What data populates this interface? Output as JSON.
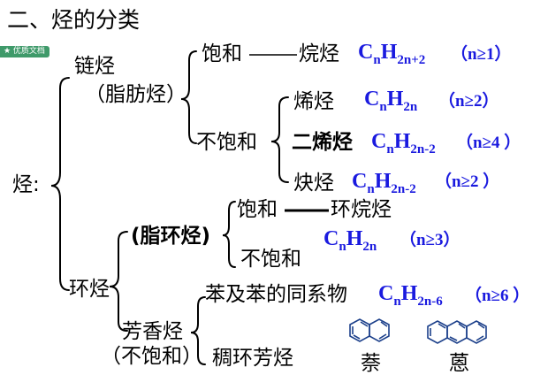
{
  "title": "二、烃的分类",
  "badge": "★ 优质文档",
  "root": "烃:",
  "chain": {
    "label": "链烃",
    "alias": "（脂肪烃）"
  },
  "sat_chain": {
    "label": "饱和",
    "class": "烷烃",
    "formula": {
      "c": "C",
      "n": "n",
      "h": "H",
      "sub": "2n+2"
    },
    "cond": "（n≥1）"
  },
  "unsat_chain": {
    "label": "不饱和",
    "items": [
      {
        "class": "烯烃",
        "formula": {
          "c": "C",
          "n": "n",
          "h": "H",
          "sub": "2n"
        },
        "cond": "（n≥2）"
      },
      {
        "class": "二烯烃",
        "formula": {
          "c": "C",
          "n": "n",
          "h": "H",
          "sub": "2n-2"
        },
        "cond": "（n≥4 ）"
      },
      {
        "class": "炔烃",
        "formula": {
          "c": "C",
          "n": "n",
          "h": "H",
          "sub": "2n-2"
        },
        "cond": "（n≥2 ）"
      }
    ]
  },
  "ring": {
    "label": "环烃"
  },
  "alicyclic": {
    "label": "(脂环烃)",
    "sat": "饱和",
    "sat_class": "环烷烃",
    "unsat": "不饱和",
    "formula": {
      "c": "C",
      "n": "n",
      "h": "H",
      "sub": "2n"
    },
    "cond": "（n≥3）"
  },
  "aromatic": {
    "label": "芳香烃",
    "alias": "（不饱和）",
    "benzene": "苯及苯的同系物",
    "formula": {
      "c": "C",
      "n": "n",
      "h": "H",
      "sub": "2n-6"
    },
    "cond": "（n≥6 ）",
    "fused": "稠环芳烃",
    "naphthalene": "萘",
    "anthracene": "蒽"
  },
  "colors": {
    "formula": "#1a1adf",
    "badge": "#3f9a6a"
  }
}
